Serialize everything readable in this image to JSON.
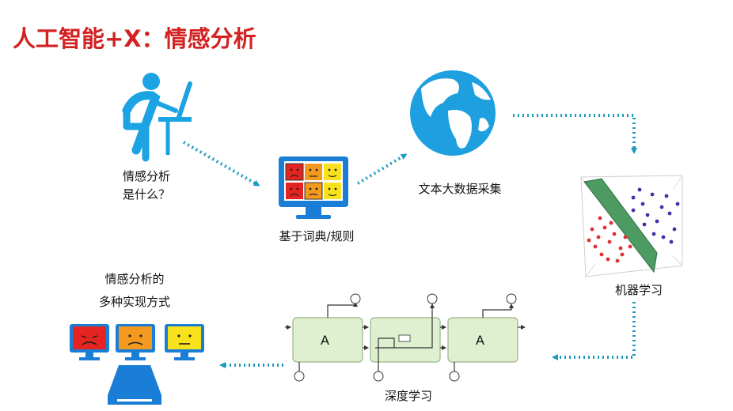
{
  "title": "人工智能+X：情感分析",
  "nodes": {
    "what": {
      "line1": "情感分析",
      "line2": "是什么？"
    },
    "dictionary": {
      "label": "基于词典/规则"
    },
    "collection": {
      "label": "文本大数据采集"
    },
    "ml": {
      "label": "机器学习"
    },
    "dl": {
      "label": "深度学习",
      "cell_label": "A"
    },
    "methods": {
      "line1": "情感分析的",
      "line2": "多种实现方式"
    }
  },
  "colors": {
    "title": "#d22222",
    "flow_arrow": "#1d9bbf",
    "person": "#1ba3e4",
    "globe": "#1e9fe0",
    "monitor": "#1a7ed6",
    "face_red": "#e52421",
    "face_orange": "#f39a1e",
    "face_yellow": "#f7e21b",
    "lstm_cell": "#dff0d0",
    "plane": "#4e9a63",
    "points_red": "#e03030",
    "points_purple": "#4a2fa8"
  },
  "icons": [
    "person-at-computer-icon",
    "globe-icon",
    "emotion-monitor-icon",
    "scatter-plot-icon",
    "lstm-network-icon",
    "emotion-monitors-icon",
    "server-icon"
  ]
}
